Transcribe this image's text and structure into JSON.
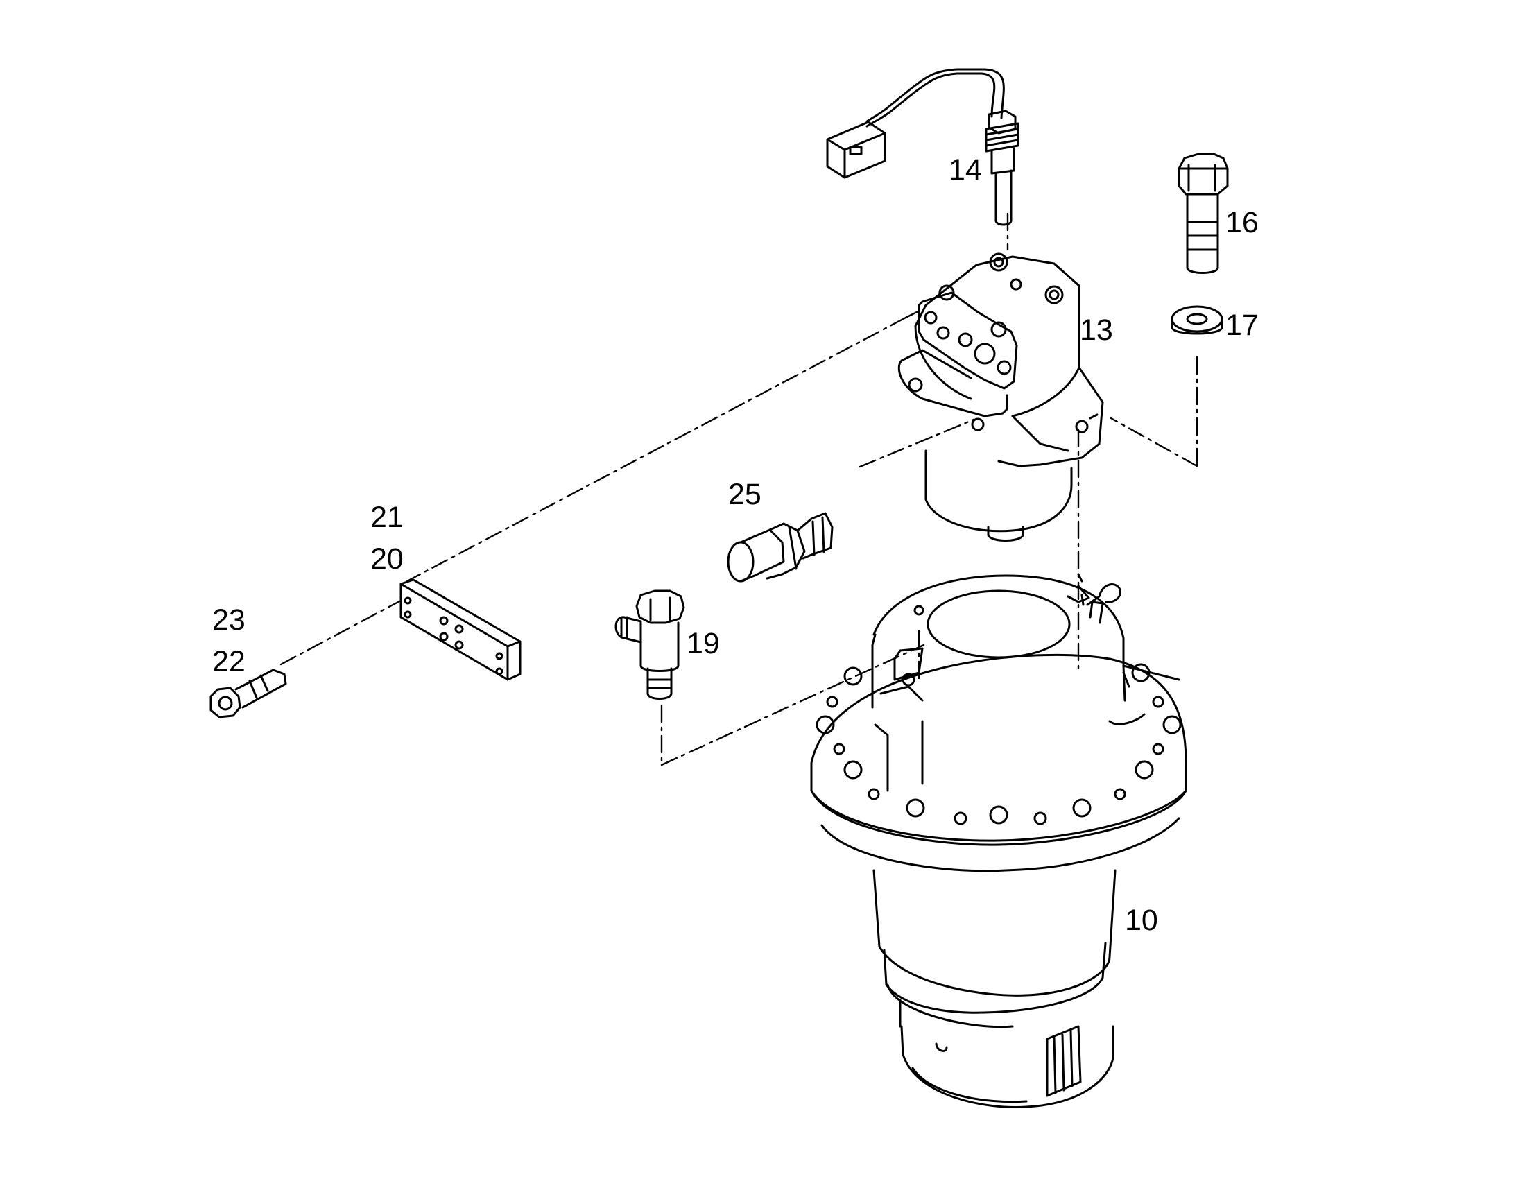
{
  "diagram": {
    "background_color": "#ffffff",
    "line_color": "#000000",
    "callouts": {
      "c10": "10",
      "c13": "13",
      "c14": "14",
      "c16": "16",
      "c17": "17",
      "c19": "19",
      "c20": "20",
      "c21": "21",
      "c22": "22",
      "c23": "23",
      "c25": "25"
    }
  }
}
